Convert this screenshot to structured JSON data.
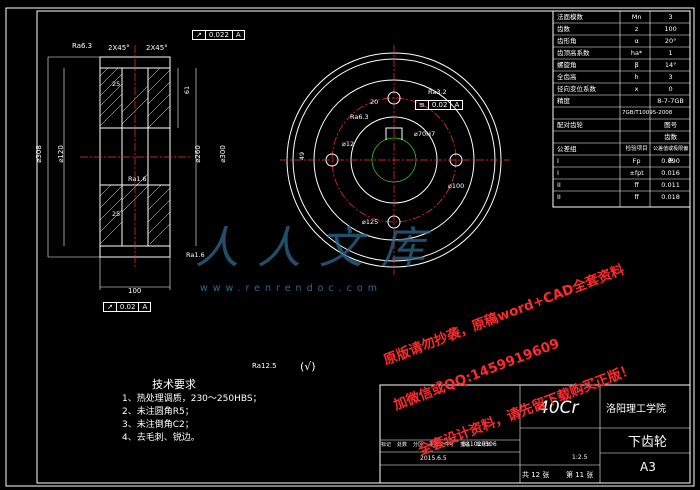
{
  "params_table": [
    {
      "name": "法面模数",
      "sym": "Mn",
      "val": "3"
    },
    {
      "name": "齿数",
      "sym": "z",
      "val": "100"
    },
    {
      "name": "齿形角",
      "sym": "α",
      "val": "20°"
    },
    {
      "name": "齿顶高系数",
      "sym": "ha*",
      "val": "1"
    },
    {
      "name": "螺旋角",
      "sym": "β",
      "val": "14°"
    },
    {
      "name": "全齿高",
      "sym": "h",
      "val": "3"
    },
    {
      "name": "径向变位系数",
      "sym": "x",
      "val": "0"
    },
    {
      "name": "精度",
      "sym": "",
      "val": "8-7-7GB"
    },
    {
      "name": "",
      "sym": "",
      "val": "7GB/T10095-2008"
    },
    {
      "name": "配对齿轮",
      "sym": "",
      "val": "图号"
    },
    {
      "name": "",
      "sym": "",
      "val": "齿数"
    },
    {
      "name": "公差组",
      "sym": "检验项目",
      "val": "公差值或极限偏差"
    },
    {
      "name": "I",
      "sym": "Fp",
      "val": "0.090"
    },
    {
      "name": "I",
      "sym": "±fpt",
      "val": "0.016"
    },
    {
      "name": "II",
      "sym": "ff",
      "val": "0.011"
    },
    {
      "name": "II",
      "sym": "ff",
      "val": "0.018"
    }
  ],
  "dims": {
    "chamfer1": "2X45°",
    "chamfer2": "2X45°",
    "ra63": "Ra6.3",
    "tol1": "0.022",
    "datum": "A",
    "d25a": "25",
    "d25b": "25",
    "d61": "61",
    "d308": "⌀308",
    "d120": "⌀120",
    "d260": "⌀260",
    "d300": "⌀300",
    "ra16a": "Ra1.6",
    "ra16b": "Ra1.6",
    "d100": "100",
    "tol2": "0.02",
    "ra32": "Ra3.2",
    "tol3": "0.02",
    "d20": "20",
    "ra63b": "Ra6.3",
    "dim49": "49",
    "dim70": "⌀70H7",
    "d12": "⌀12",
    "d100h": "⌀100",
    "d125": "⌀125",
    "ra125": "Ra12.5",
    "check": "(√)"
  },
  "requirements": {
    "title": "技术要求",
    "items": [
      "1、热处理调质，230～250HBS；",
      "2、未注圆角R5；",
      "3、未注倒角C2；",
      "4、去毛刺、锐边。"
    ]
  },
  "title_block": {
    "material": "40Cr",
    "school": "洛阳理工学院",
    "part": "下齿轮",
    "sheet": "A3",
    "scale": "1:2.5",
    "sheets_total": "共 12 张",
    "sheet_no": "第 11 张",
    "date": "2015.6.5",
    "drawing_no": "B11020506",
    "row_labels": [
      "标记",
      "处数",
      "分区",
      "更改文件号",
      "签名",
      "年月日"
    ]
  },
  "watermark": {
    "site": "www.renrendoc.com",
    "logo": "人人文库"
  },
  "overlay_lines": [
    "原版请勿抄袭，原稿word+CAD全套资料",
    "加微信或QQ:1459919609",
    "全套设计资料，请先留下载购买正版！"
  ],
  "colors": {
    "bg": "#000000",
    "line": "#ffffff",
    "center": "#ff3030",
    "red_text": "#ff2a2a",
    "watermark": "#2d6a8f"
  }
}
